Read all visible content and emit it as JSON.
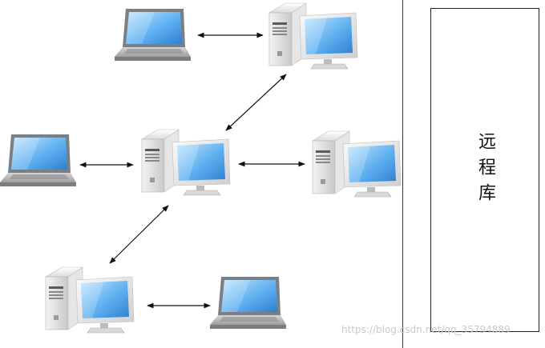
{
  "remote_repo": {
    "label": "远程库"
  },
  "watermark": "https://blog.csdn.net/qq_35794889",
  "devices": [
    {
      "id": "laptop-top",
      "type": "laptop"
    },
    {
      "id": "desktop-top-right",
      "type": "desktop"
    },
    {
      "id": "laptop-left",
      "type": "laptop"
    },
    {
      "id": "desktop-center",
      "type": "desktop"
    },
    {
      "id": "desktop-right",
      "type": "desktop"
    },
    {
      "id": "desktop-bottom-left",
      "type": "desktop"
    },
    {
      "id": "laptop-bottom-right",
      "type": "laptop"
    }
  ],
  "connections": [
    {
      "from": "laptop-top",
      "to": "desktop-top-right",
      "bidirectional": true
    },
    {
      "from": "desktop-top-right",
      "to": "desktop-center",
      "bidirectional": true
    },
    {
      "from": "laptop-left",
      "to": "desktop-center",
      "bidirectional": true
    },
    {
      "from": "desktop-center",
      "to": "desktop-right",
      "bidirectional": true
    },
    {
      "from": "desktop-center",
      "to": "desktop-bottom-left",
      "bidirectional": true
    },
    {
      "from": "desktop-bottom-left",
      "to": "laptop-bottom-right",
      "bidirectional": true
    }
  ]
}
